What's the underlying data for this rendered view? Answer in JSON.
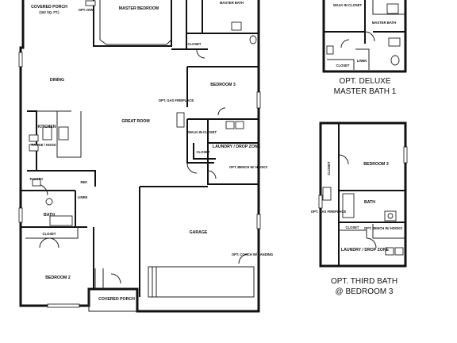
{
  "main_plan": {
    "rooms": {
      "covered_porch_rear": "COVERED PORCH",
      "covered_porch_rear_area": "(162 SQ. FT.)",
      "master_bedroom": "MASTER BEDROOM",
      "master_bath": "MASTER BATH",
      "closet_master": "CLOSET",
      "dining": "DINING",
      "bedroom_3": "BEDROOM 3",
      "great_room": "GREAT ROOM",
      "kitchen": "KITCHEN",
      "range_hood": "RANGE / HOOD",
      "pantry": "PANTRY",
      "opt_gas_fireplace": "OPT. GAS FIREPLACE",
      "walk_in_closet": "WALK-IN CLOSET",
      "closet_bed3": "CLOSET",
      "laundry": "LAUNDRY / DROP ZONE",
      "opt_bench": "OPT. BENCH W/ HOOKS",
      "ref": "REF.",
      "linen": "LINEN",
      "bath": "BATH",
      "closet_bed2": "CLOSET",
      "garage": "GARAGE",
      "opt_coach": "OPT. COACH W/ LANDING",
      "bedroom_2": "BEDROOM 2",
      "covered_porch_front": "COVERED PORCH",
      "opt_dw": "OPT. D/W"
    }
  },
  "option_deluxe": {
    "rooms": {
      "walk_in_closet": "WALK-IN CLOSET",
      "master_bath": "MASTER BATH",
      "closet": "CLOSET",
      "linen": "LINEN"
    },
    "caption_line1": "OPT. DELUXE",
    "caption_line2": "MASTER BATH 1"
  },
  "option_third_bath": {
    "rooms": {
      "bedroom_3": "BEDROOM 3",
      "closet": "CLOSET",
      "opt_gas_fireplace": "OPT. GAS FIREPLACE",
      "bath": "BATH",
      "closet_2": "CLOSET",
      "opt_bench": "OPT. BENCH W/ HOOKS",
      "laundry": "LAUNDRY / DROP ZONE"
    },
    "caption_line1": "OPT. THIRD BATH",
    "caption_line2": "@ BEDROOM 3"
  }
}
